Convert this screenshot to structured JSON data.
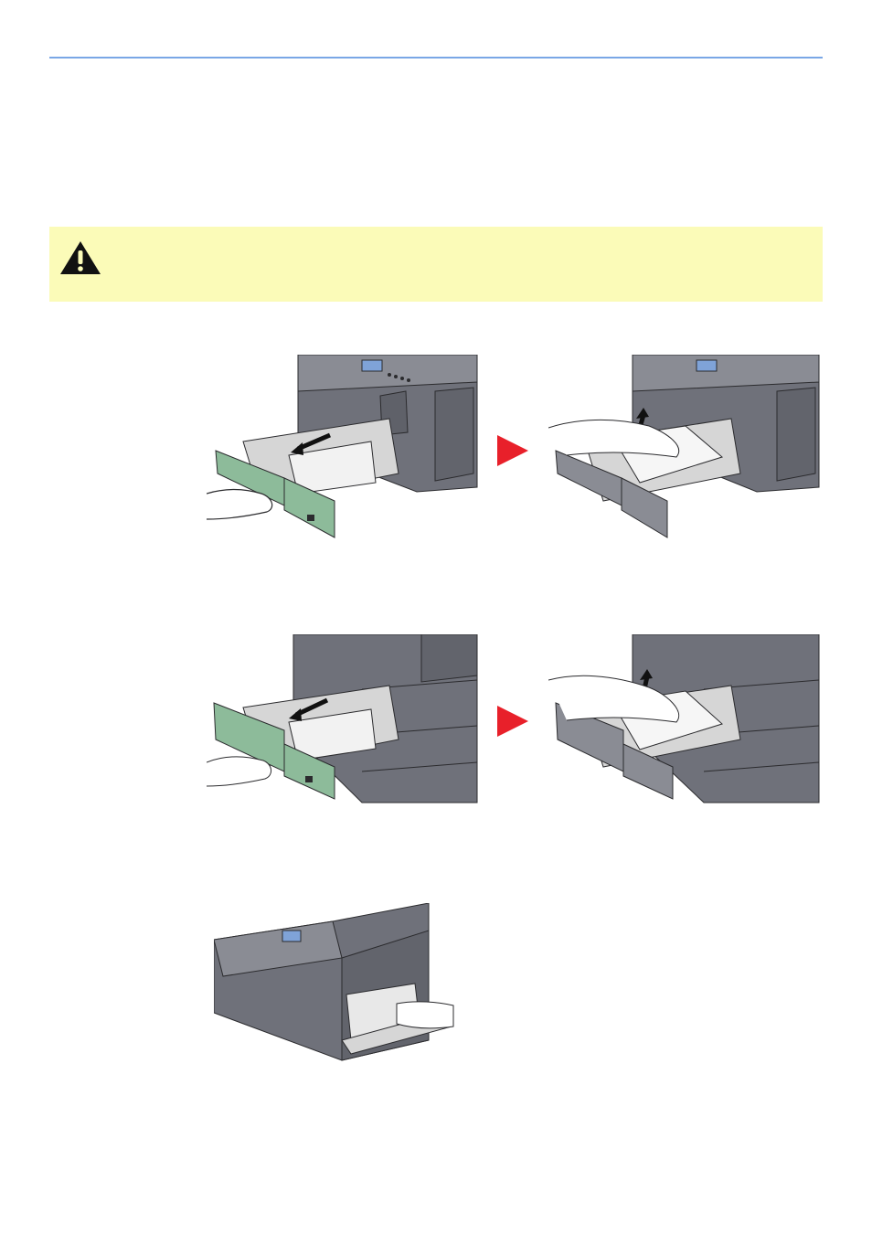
{
  "page": {
    "header_rule_color": "#7aa7e6",
    "caution_background": "#fbfbb8",
    "step_arrow_color": "#e8202a"
  },
  "caution": {
    "icon": "warning-triangle-icon"
  },
  "illustrations": [
    {
      "name": "cassette-1-open-illustration",
      "tray_color": "#8dbb9a"
    },
    {
      "name": "cassette-1-remove-paper-illustration",
      "tray_color": "#8a8c94"
    },
    {
      "name": "cassette-2-open-illustration",
      "tray_color": "#8dbb9a"
    },
    {
      "name": "cassette-2-remove-paper-illustration",
      "tray_color": "#8a8c94"
    },
    {
      "name": "multipurpose-tray-remove-paper-illustration",
      "tray_color": "#8a8c94"
    }
  ]
}
